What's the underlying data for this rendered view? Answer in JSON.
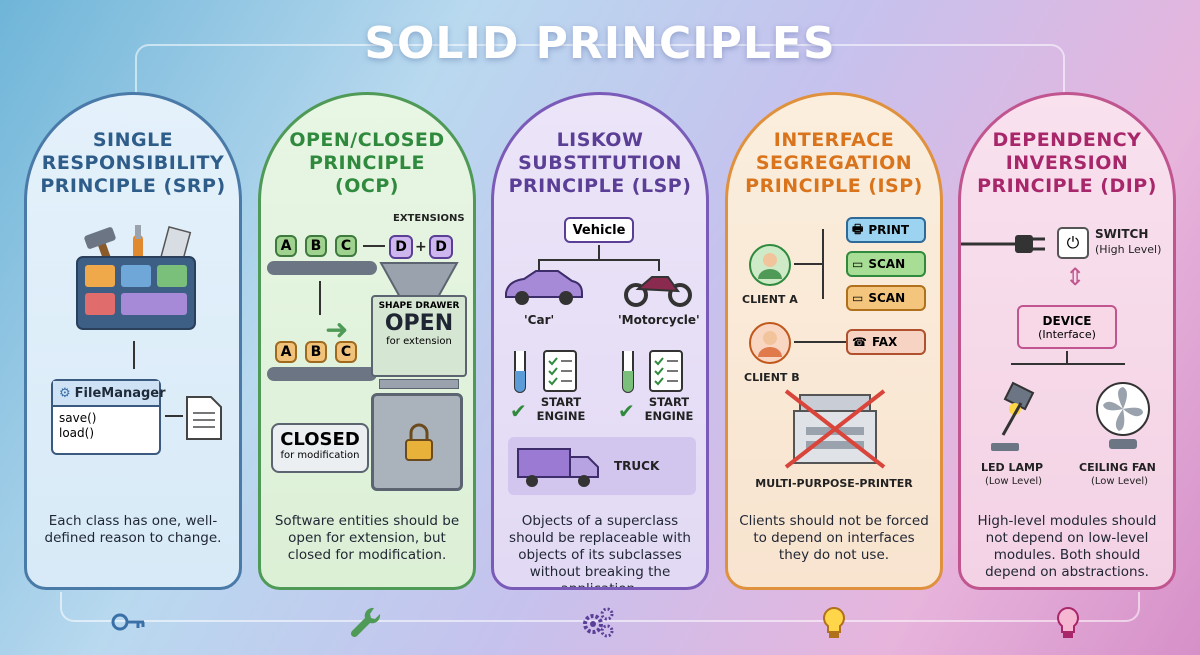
{
  "title": "SOLID PRINCIPLES",
  "panels": {
    "srp": {
      "title": [
        "SINGLE",
        "RESPONSIBILITY",
        "PRINCIPLE (SRP)"
      ],
      "class_name": "FileManager",
      "methods": [
        "save()",
        "load()"
      ],
      "description": "Each class has one, well-defined reason to change.",
      "color": "#2e5d8a"
    },
    "ocp": {
      "title": [
        "OPEN/CLOSED",
        "PRINCIPLE",
        "(OCP)"
      ],
      "extensions_label": "EXTENSIONS",
      "blocks_top": [
        "A",
        "B",
        "C"
      ],
      "ext_blocks": [
        "D",
        "+",
        "D"
      ],
      "blocks_bottom": [
        "A",
        "B",
        "C"
      ],
      "machine_label": "SHAPE DRAWER",
      "open_label": "OPEN",
      "open_sub": "for extension",
      "closed_label": "CLOSED",
      "closed_sub": "for modification",
      "description": "Software entities should be open for extension, but closed for modification.",
      "color": "#2f8a3e"
    },
    "lsp": {
      "title": [
        "LISKOW",
        "SUBSTITUTION",
        "PRINCIPLE (LSP)"
      ],
      "parent": "Vehicle",
      "child_car": "'Car'",
      "child_moto": "'Motorcycle'",
      "start_engine_left": "START ENGINE",
      "start_engine_right": "START ENGINE",
      "truck": "TRUCK",
      "description": "Objects of a superclass should be replaceable with objects of its subclasses without breaking the application.",
      "color": "#5b3f96"
    },
    "isp": {
      "title": [
        "INTERFACE",
        "SEGREGATION",
        "PRINCIPLE (ISP)"
      ],
      "client_a": "CLIENT A",
      "client_b": "CLIENT B",
      "interfaces_a": [
        "PRINT",
        "SCAN",
        "SCAN"
      ],
      "interface_b": "FAX",
      "printer_label": "MULTI-PURPOSE-PRINTER",
      "description": "Clients should not be forced to depend on interfaces they do not use.",
      "color": "#d9741c"
    },
    "dip": {
      "title": [
        "DEPENDENCY",
        "INVERSION",
        "PRINCIPLE (DIP)"
      ],
      "switch_label": "SWITCH",
      "switch_sub": "(High Level)",
      "device_label": "DEVICE",
      "device_sub": "(Interface)",
      "lamp_label": "LED LAMP",
      "lamp_sub": "(Low Level)",
      "fan_label": "CEILING FAN",
      "fan_sub": "(Low Level)",
      "description": "High-level modules should not depend on low-level modules. Both should depend on abstractions.",
      "color": "#a8276a"
    }
  },
  "footer_icons": [
    "key-icon",
    "wrench-icon",
    "gears-icon",
    "lightbulb-icon",
    "lightbulb-icon"
  ]
}
